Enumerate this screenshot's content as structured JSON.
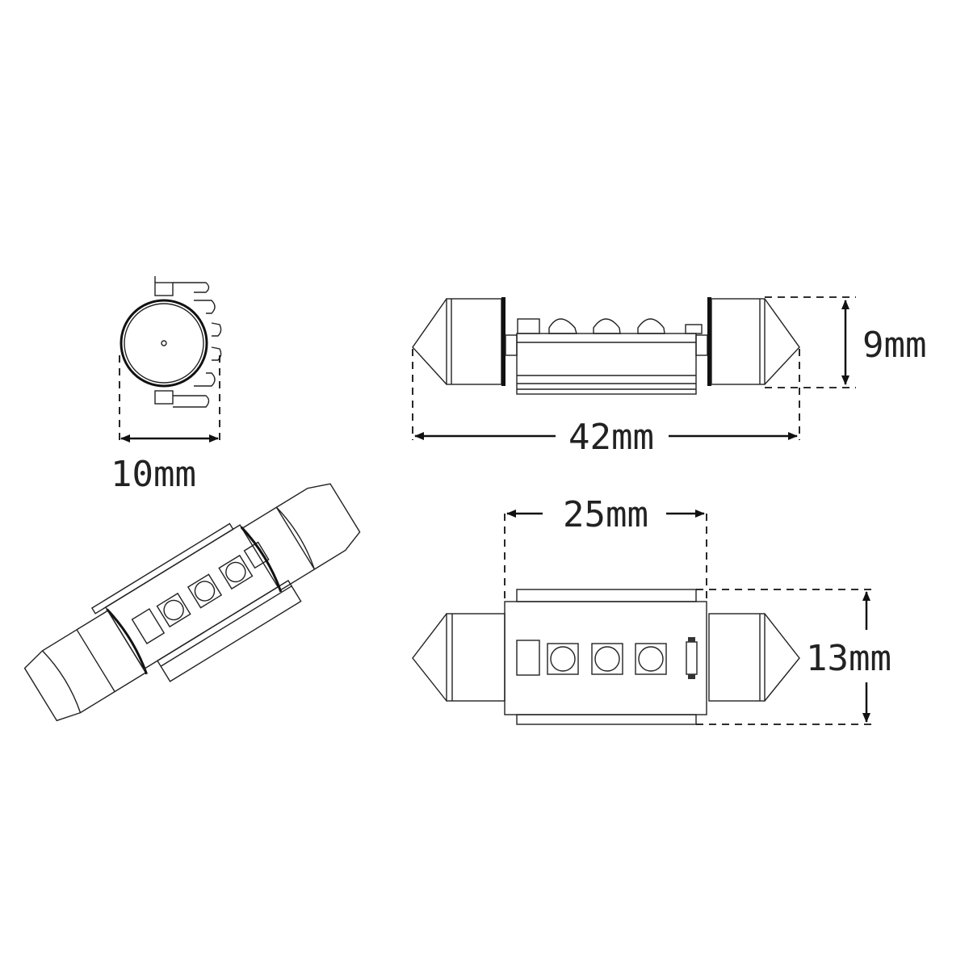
{
  "title": "LED festoon bulb dimension drawing",
  "dimensions": {
    "diameter": "10mm",
    "length": "42mm",
    "cap_height": "9mm",
    "body_length": "25mm",
    "body_height": "13mm"
  },
  "led_count": 3,
  "colors": {
    "line": "#222222",
    "background": "#ffffff"
  }
}
